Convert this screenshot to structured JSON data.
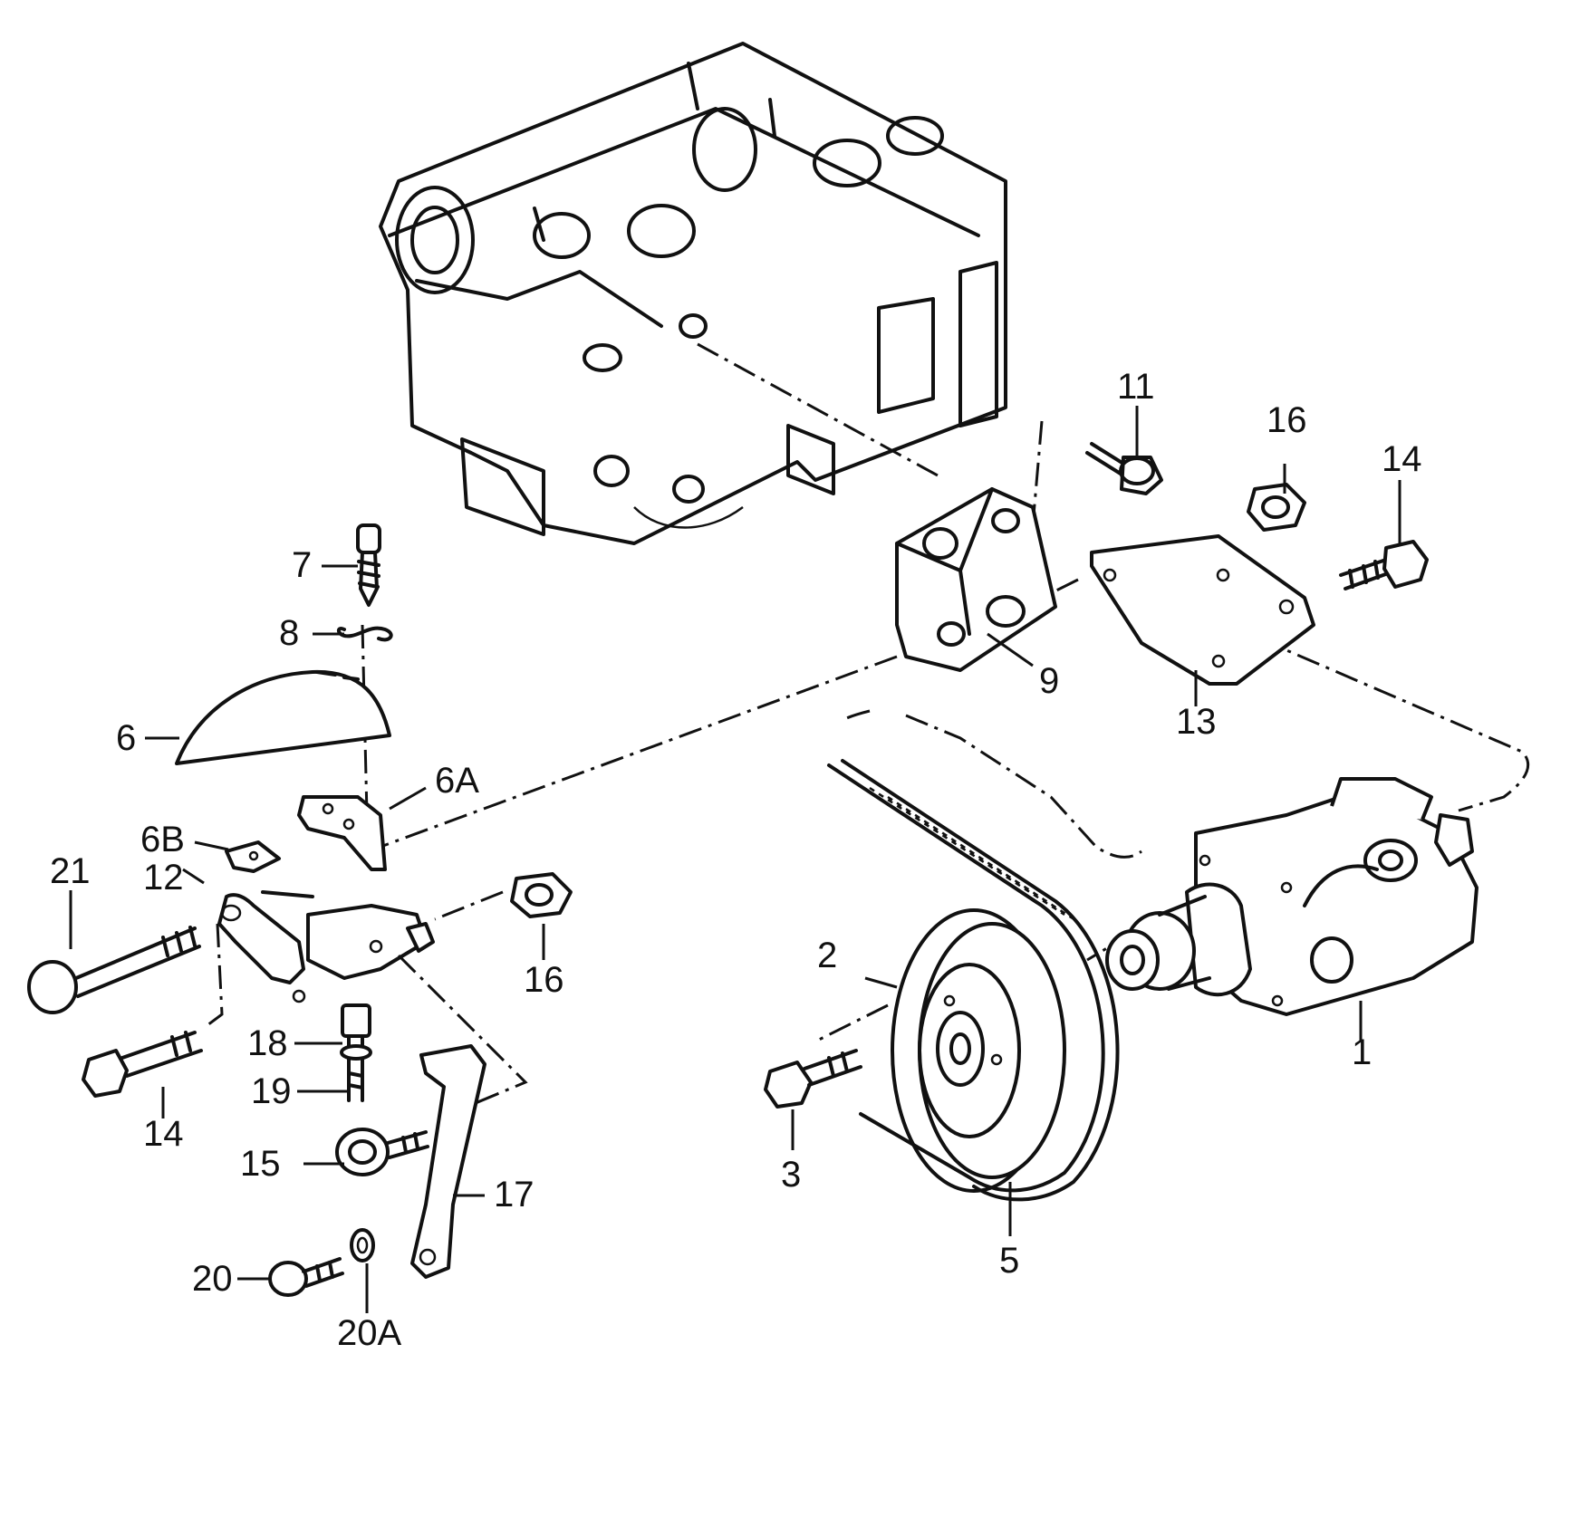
{
  "callouts": {
    "c1": "1",
    "c2": "2",
    "c3": "3",
    "c5": "5",
    "c6": "6",
    "c6a": "6A",
    "c6b": "6B",
    "c7": "7",
    "c8": "8",
    "c9": "9",
    "c11": "11",
    "c12": "12",
    "c13": "13",
    "c14a": "14",
    "c14b": "14",
    "c15": "15",
    "c16a": "16",
    "c16b": "16",
    "c17": "17",
    "c18": "18",
    "c19": "19",
    "c20": "20",
    "c20a": "20A",
    "c21": "21"
  }
}
